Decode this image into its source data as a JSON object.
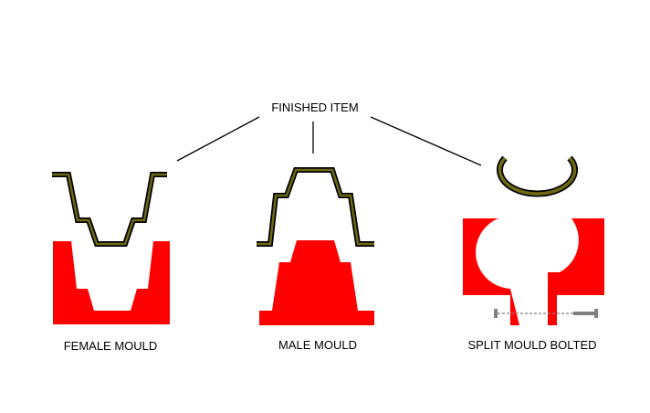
{
  "labels": {
    "finished_item": "FINISHED ITEM",
    "female_mould": "FEMALE MOULD",
    "male_mould": "MALE MOULD",
    "split_mould": "SPLIT MOULD BOLTED"
  },
  "colors": {
    "mould_fill": "#ff0000",
    "item_fill": "#6e6a14",
    "bolt": "#808080",
    "line": "#000000"
  }
}
